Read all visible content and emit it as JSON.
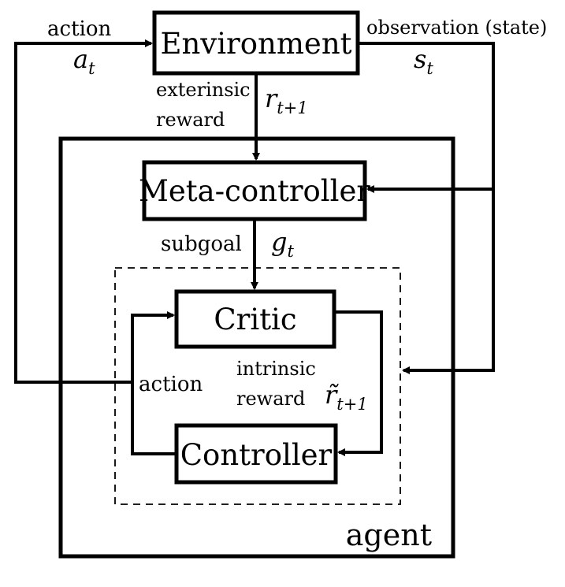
{
  "nodes": {
    "environment": "Environment",
    "meta_controller": "Meta-controller",
    "critic": "Critic",
    "controller": "Controller",
    "agent": "agent"
  },
  "edges": {
    "action_top": "action",
    "action_top_symbol": "a",
    "action_top_symbol_sub": "t",
    "observation": "observation (state)",
    "state_symbol": "s",
    "state_symbol_sub": "t",
    "extrinsic_line1": "exterinsic",
    "extrinsic_line2": "reward",
    "reward_symbol": "r",
    "reward_symbol_sub": "t+1",
    "subgoal": "subgoal",
    "subgoal_symbol": "g",
    "subgoal_symbol_sub": "t",
    "action_inner": "action",
    "intrinsic_line1": "intrinsic",
    "intrinsic_line2": "reward",
    "intrinsic_symbol": "r̃",
    "intrinsic_symbol_sub": "t+1"
  }
}
